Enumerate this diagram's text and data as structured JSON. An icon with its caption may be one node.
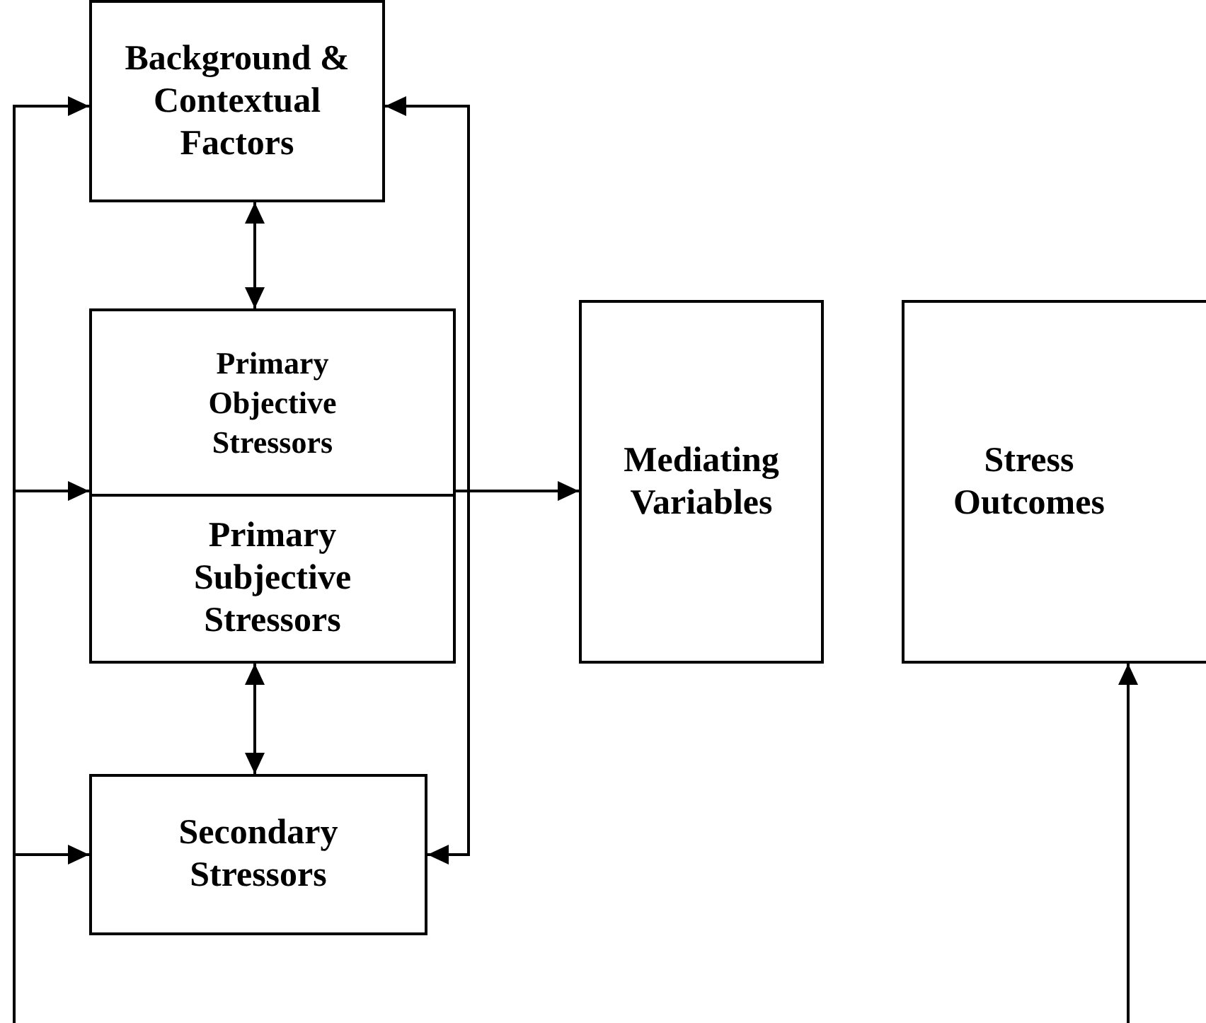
{
  "diagram": {
    "nodes": [
      {
        "text": [
          "Background & Contextual Factors"
        ]
      },
      {
        "text": [],
        "shape": "box"
      },
      {
        "text": [
          "Primary Objective Stressors"
        ],
        "in": 1
      },
      {
        "text": [
          "Primary Subjective Stressors"
        ],
        "in": 1
      },
      {
        "text": [
          "Secondary Stressors"
        ]
      },
      {
        "text": [
          "Mediating Variables"
        ]
      },
      {
        "text": [
          "Stress Outcomes"
        ]
      }
    ],
    "edges": [
      {
        "from": 0,
        "to": 1,
        "arrow": "both"
      },
      {
        "from": 3,
        "to": 4,
        "arrow": "both"
      },
      {
        "from": null,
        "to": 0,
        "arrow": "to"
      },
      {
        "from": null,
        "to": 1,
        "arrow": "to"
      },
      {
        "from": null,
        "to": 4,
        "arrow": "to"
      },
      {
        "from": 1,
        "to": 0,
        "arrow": "to"
      },
      {
        "from": 1,
        "to": 4,
        "arrow": "to"
      },
      {
        "from": 1,
        "to": 5,
        "arrow": "to"
      },
      {
        "from": null,
        "to": 6,
        "arrow": "to"
      }
    ]
  }
}
